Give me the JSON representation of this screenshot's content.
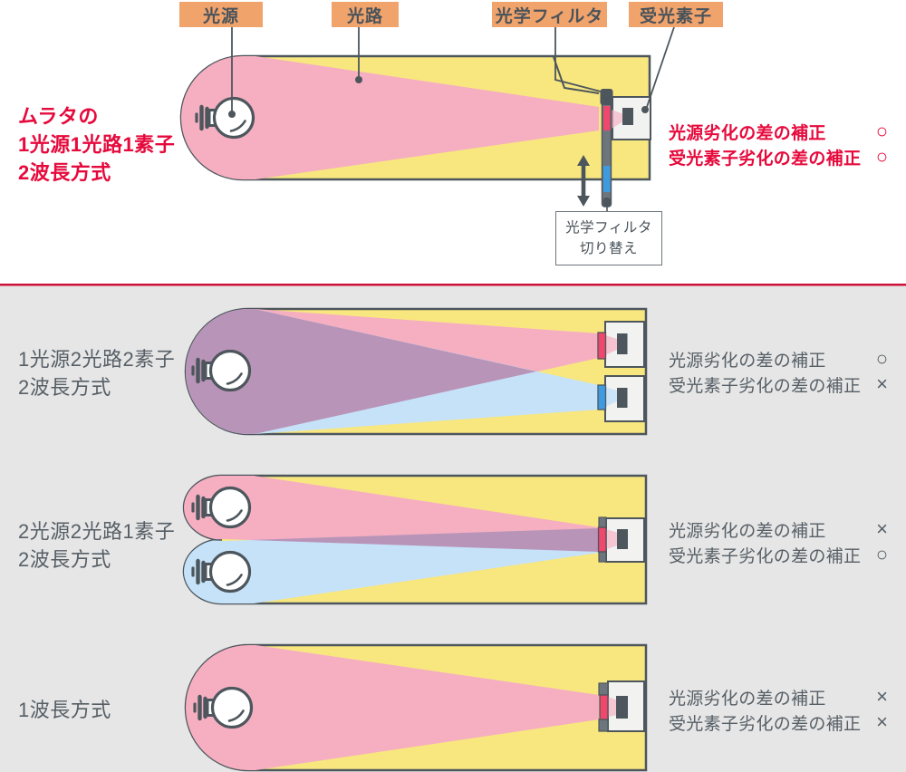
{
  "colors": {
    "accent_red": "#e60a3c",
    "separator_red": "#cc1039",
    "chamber_yellow": "#f8e77f",
    "beam_pink": "#f5afc1",
    "beam_light_blue": "#c6e2f8",
    "beam_overlap_purple": "#b894b8",
    "filter_red": "#f0476c",
    "filter_blue": "#3f9be0",
    "outline_gray": "#4d565c",
    "label_orange": "#f1a36c",
    "gray_text": "#565f66",
    "lower_section_bg": "#e6e6e6"
  },
  "top_labels": [
    {
      "text": "光源"
    },
    {
      "text": "光路"
    },
    {
      "text": "光学フィルタ"
    },
    {
      "text": "受光素子"
    }
  ],
  "filter_switch": {
    "line1": "光学フィルタ",
    "line2": "切り替え"
  },
  "methods": [
    {
      "name_lines": [
        "ムラタの",
        "1光源1光路1素子",
        "2波長方式"
      ],
      "rows": [
        {
          "label": "光源劣化の差の補正",
          "mark": "○"
        },
        {
          "label": "受光素子劣化の差の補正",
          "mark": "○"
        }
      ]
    },
    {
      "name_lines": [
        "1光源2光路2素子",
        "2波長方式"
      ],
      "rows": [
        {
          "label": "光源劣化の差の補正",
          "mark": "○"
        },
        {
          "label": "受光素子劣化の差の補正",
          "mark": "×"
        }
      ]
    },
    {
      "name_lines": [
        "2光源2光路1素子",
        "2波長方式"
      ],
      "rows": [
        {
          "label": "光源劣化の差の補正",
          "mark": "×"
        },
        {
          "label": "受光素子劣化の差の補正",
          "mark": "○"
        }
      ]
    },
    {
      "name_lines": [
        "1波長方式"
      ],
      "rows": [
        {
          "label": "光源劣化の差の補正",
          "mark": "×"
        },
        {
          "label": "受光素子劣化の差の補正",
          "mark": "×"
        }
      ]
    }
  ]
}
